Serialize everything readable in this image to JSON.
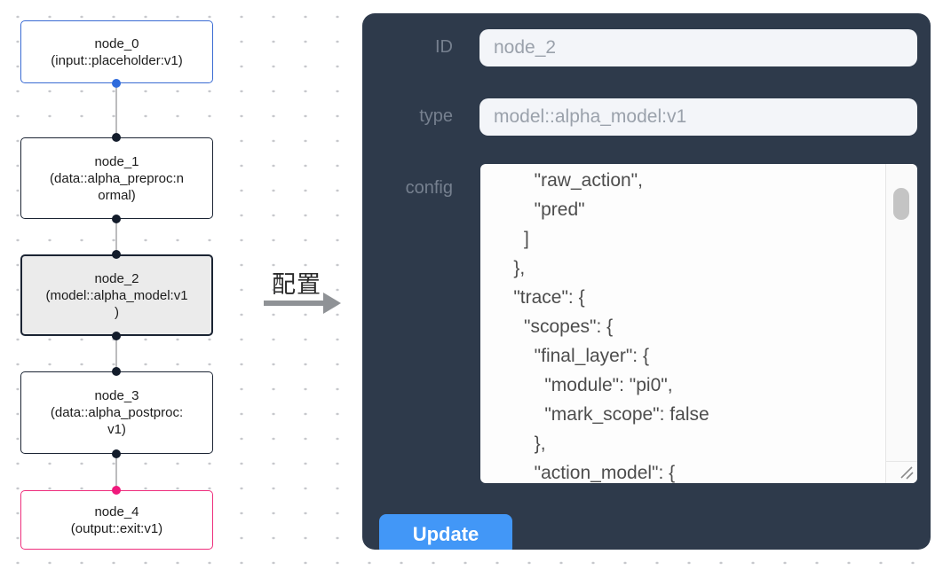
{
  "graph": {
    "nodes": [
      {
        "id": "node_0",
        "title": "node_0",
        "subtitle": "(input::placeholder:v1)",
        "border_color": "#3a6bd3",
        "handle_color": "#2e6bdc",
        "selected": false
      },
      {
        "id": "node_1",
        "title": "node_1",
        "subtitle": "(data::alpha_preproc:n\normal)",
        "border_color": "#1b2433",
        "handle_color": "#131c2b",
        "selected": false
      },
      {
        "id": "node_2",
        "title": "node_2",
        "subtitle": "(model::alpha_model:v1\n)",
        "border_color": "#1b2433",
        "handle_color": "#131c2b",
        "selected": true
      },
      {
        "id": "node_3",
        "title": "node_3",
        "subtitle": "(data::alpha_postproc:\nv1)",
        "border_color": "#1b2433",
        "handle_color": "#131c2b",
        "selected": false
      },
      {
        "id": "node_4",
        "title": "node_4",
        "subtitle": "(output::exit:v1)",
        "border_color": "#ee2e7c",
        "handle_color": "#f0197c",
        "selected": false
      }
    ],
    "edge_color": "#bcbcbe"
  },
  "transfer": {
    "label": "配置"
  },
  "panel": {
    "id_label": "ID",
    "id_value": "node_2",
    "type_label": "type",
    "type_value": "model::alpha_model:v1",
    "config_label": "config",
    "config_text": "        \"raw_action\",\n        \"pred\"\n      ]\n    },\n    \"trace\": {\n      \"scopes\": {\n        \"final_layer\": {\n          \"module\": \"pi0\",\n          \"mark_scope\": false\n        },\n        \"action_model\": {",
    "update_label": "Update"
  },
  "colors": {
    "panel_bg": "#2e3a4b",
    "input_bg": "#f3f5f9",
    "input_text": "#9aa1ab",
    "label_text": "#76808f",
    "button_bg": "#4297f7",
    "button_text": "#ffffff",
    "node_default_border": "#1b2433",
    "node_input_border": "#3a6bd3",
    "node_output_border": "#ee2e7c",
    "selected_node_bg": "#ebebeb",
    "handle_input": "#2e6bdc",
    "handle_default": "#131c2b",
    "handle_output": "#f0197c",
    "canvas_dot": "#c7c8cc"
  }
}
